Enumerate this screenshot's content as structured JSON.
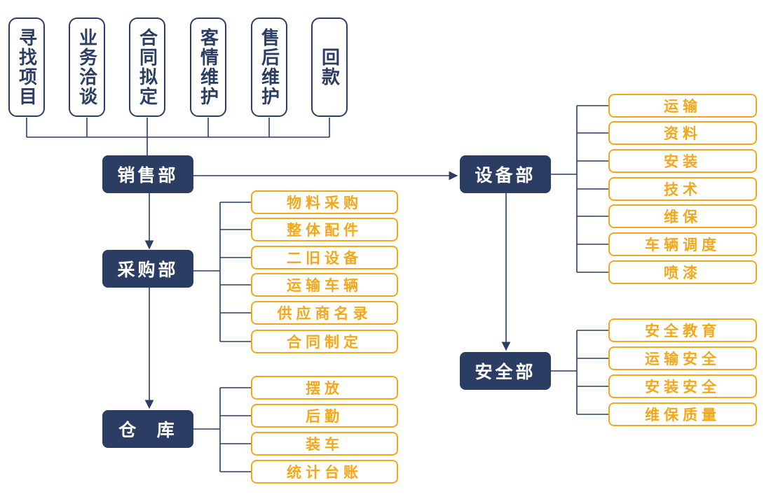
{
  "departments": {
    "sales": "销售部",
    "purchase": "采购部",
    "warehouse": "仓  库",
    "equipment": "设备部",
    "safety": "安全部"
  },
  "sales_tasks": [
    "寻找项目",
    "业务洽谈",
    "合同拟定",
    "客情维护",
    "售后维护",
    "回款"
  ],
  "purchase_items": [
    "物料采购",
    "整体配件",
    "二旧设备",
    "运输车辆",
    "供应商名录",
    "合同制定"
  ],
  "warehouse_items": [
    "摆放",
    "后勤",
    "装车",
    "统计台账"
  ],
  "equipment_items": [
    "运输",
    "资料",
    "安装",
    "技术",
    "维保",
    "车辆调度",
    "喷漆"
  ],
  "safety_items": [
    "安全教育",
    "运输安全",
    "安装安全",
    "维保质量"
  ],
  "colors": {
    "navy": "#2c3d63",
    "orange": "#f2a81d"
  }
}
